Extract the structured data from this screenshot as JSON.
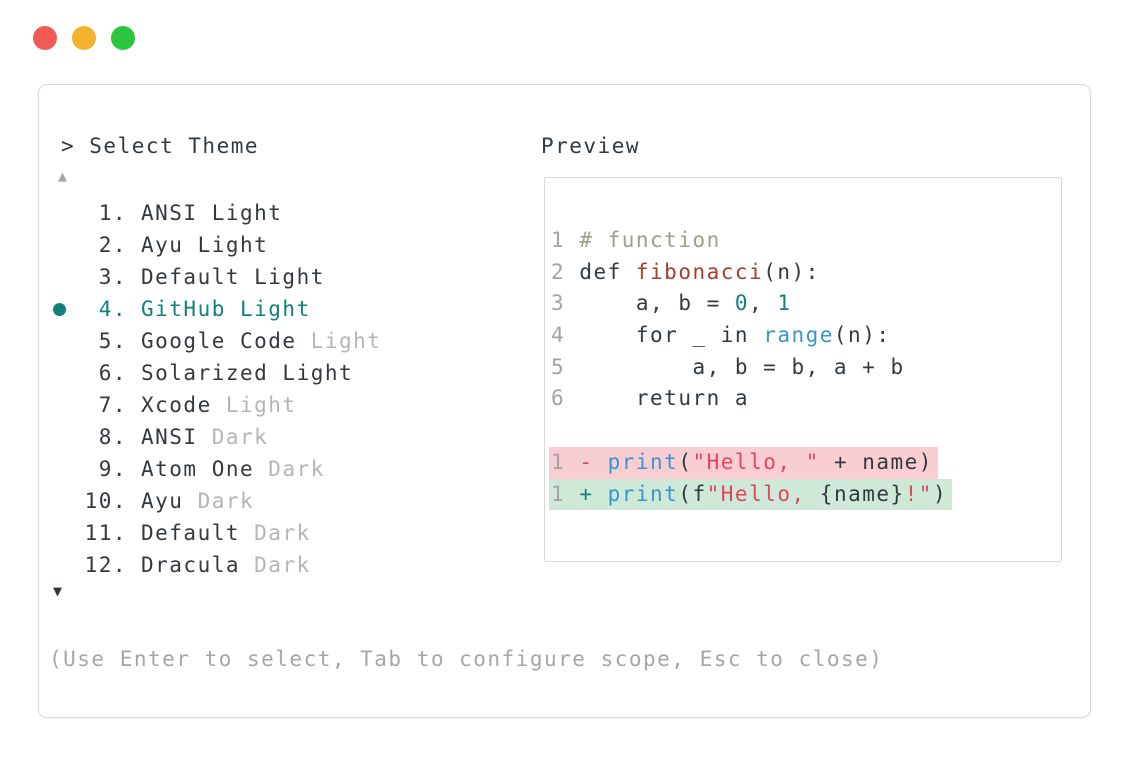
{
  "window": {
    "controls": [
      {
        "name": "close",
        "color": "#f25b55"
      },
      {
        "name": "minimize",
        "color": "#f4b32c"
      },
      {
        "name": "zoom",
        "color": "#2bc63e"
      }
    ]
  },
  "prompt": {
    "label": "> Select Theme"
  },
  "scroll": {
    "up_symbol": "▲",
    "down_symbol": "▼"
  },
  "theme_list": {
    "selected_number": "4.",
    "selected_name": "GitHub Light",
    "items": [
      {
        "number": "1.",
        "name": "ANSI Light",
        "suffix": "",
        "selected": false
      },
      {
        "number": "2.",
        "name": "Ayu Light",
        "suffix": "",
        "selected": false
      },
      {
        "number": "3.",
        "name": "Default Light",
        "suffix": "",
        "selected": false
      },
      {
        "number": "4.",
        "name": "GitHub Light",
        "suffix": "",
        "selected": true
      },
      {
        "number": "5.",
        "name": "Google Code",
        "suffix": "Light",
        "selected": false
      },
      {
        "number": "6.",
        "name": "Solarized Light",
        "suffix": "",
        "selected": false
      },
      {
        "number": "7.",
        "name": "Xcode",
        "suffix": "Light",
        "selected": false
      },
      {
        "number": "8.",
        "name": "ANSI",
        "suffix": "Dark",
        "selected": false
      },
      {
        "number": "9.",
        "name": "Atom One",
        "suffix": "Dark",
        "selected": false
      },
      {
        "number": "10.",
        "name": "Ayu",
        "suffix": "Dark",
        "selected": false
      },
      {
        "number": "11.",
        "name": "Default",
        "suffix": "Dark",
        "selected": false
      },
      {
        "number": "12.",
        "name": "Dracula",
        "suffix": "Dark",
        "selected": false
      }
    ]
  },
  "preview": {
    "title": "Preview",
    "lines": [
      {
        "num": "1",
        "tokens": [
          {
            "t": "# function",
            "c": "comment"
          }
        ]
      },
      {
        "num": "2",
        "tokens": [
          {
            "t": "def ",
            "c": "plain"
          },
          {
            "t": "fibonacci",
            "c": "func"
          },
          {
            "t": "(n):",
            "c": "plain"
          }
        ]
      },
      {
        "num": "3",
        "tokens": [
          {
            "t": "    a, b = ",
            "c": "plain"
          },
          {
            "t": "0",
            "c": "number"
          },
          {
            "t": ", ",
            "c": "plain"
          },
          {
            "t": "1",
            "c": "number"
          }
        ]
      },
      {
        "num": "4",
        "tokens": [
          {
            "t": "    for _ in ",
            "c": "plain"
          },
          {
            "t": "range",
            "c": "builtin"
          },
          {
            "t": "(n):",
            "c": "plain"
          }
        ]
      },
      {
        "num": "5",
        "tokens": [
          {
            "t": "        a, b = b, a + b",
            "c": "plain"
          }
        ]
      },
      {
        "num": "6",
        "tokens": [
          {
            "t": "    return a",
            "c": "plain"
          }
        ]
      },
      {
        "blank": true
      },
      {
        "num": "1",
        "diff": "removed",
        "sign": "-",
        "tokens": [
          {
            "t": "print",
            "c": "builtin"
          },
          {
            "t": "(",
            "c": "plain"
          },
          {
            "t": "\"Hello, \"",
            "c": "string"
          },
          {
            "t": " + name)",
            "c": "plain"
          }
        ]
      },
      {
        "num": "1",
        "diff": "added",
        "sign": "+",
        "tokens": [
          {
            "t": "print",
            "c": "builtin"
          },
          {
            "t": "(f",
            "c": "plain"
          },
          {
            "t": "\"Hello, ",
            "c": "string"
          },
          {
            "t": "{name}",
            "c": "plain"
          },
          {
            "t": "!\"",
            "c": "string"
          },
          {
            "t": ")",
            "c": "plain"
          }
        ]
      }
    ]
  },
  "footer": {
    "hint": "(Use Enter to select, Tab to configure scope, Esc to close)"
  },
  "colors": {
    "text_dark": "#333940",
    "text_gray_suffix": "#b5b5b5",
    "line_number_gray": "#a3a3a3",
    "footer_gray": "#a6a6a6",
    "selection_teal": "#12807b",
    "comment_olive": "#9aa08d",
    "function_red": "#a93b33",
    "builtin_blue": "#3994d1",
    "string_crimson": "#e2465c",
    "diff_minus_red": "#e24848",
    "diff_plus_teal": "#12807b",
    "removed_bg": "#f8ced3",
    "added_bg": "#cfe9d9",
    "panel_border": "#d8d8d8",
    "preview_border": "#dadada",
    "traffic_red": "#f25b55",
    "traffic_yellow": "#f4b32c",
    "traffic_green": "#2bc63e"
  }
}
